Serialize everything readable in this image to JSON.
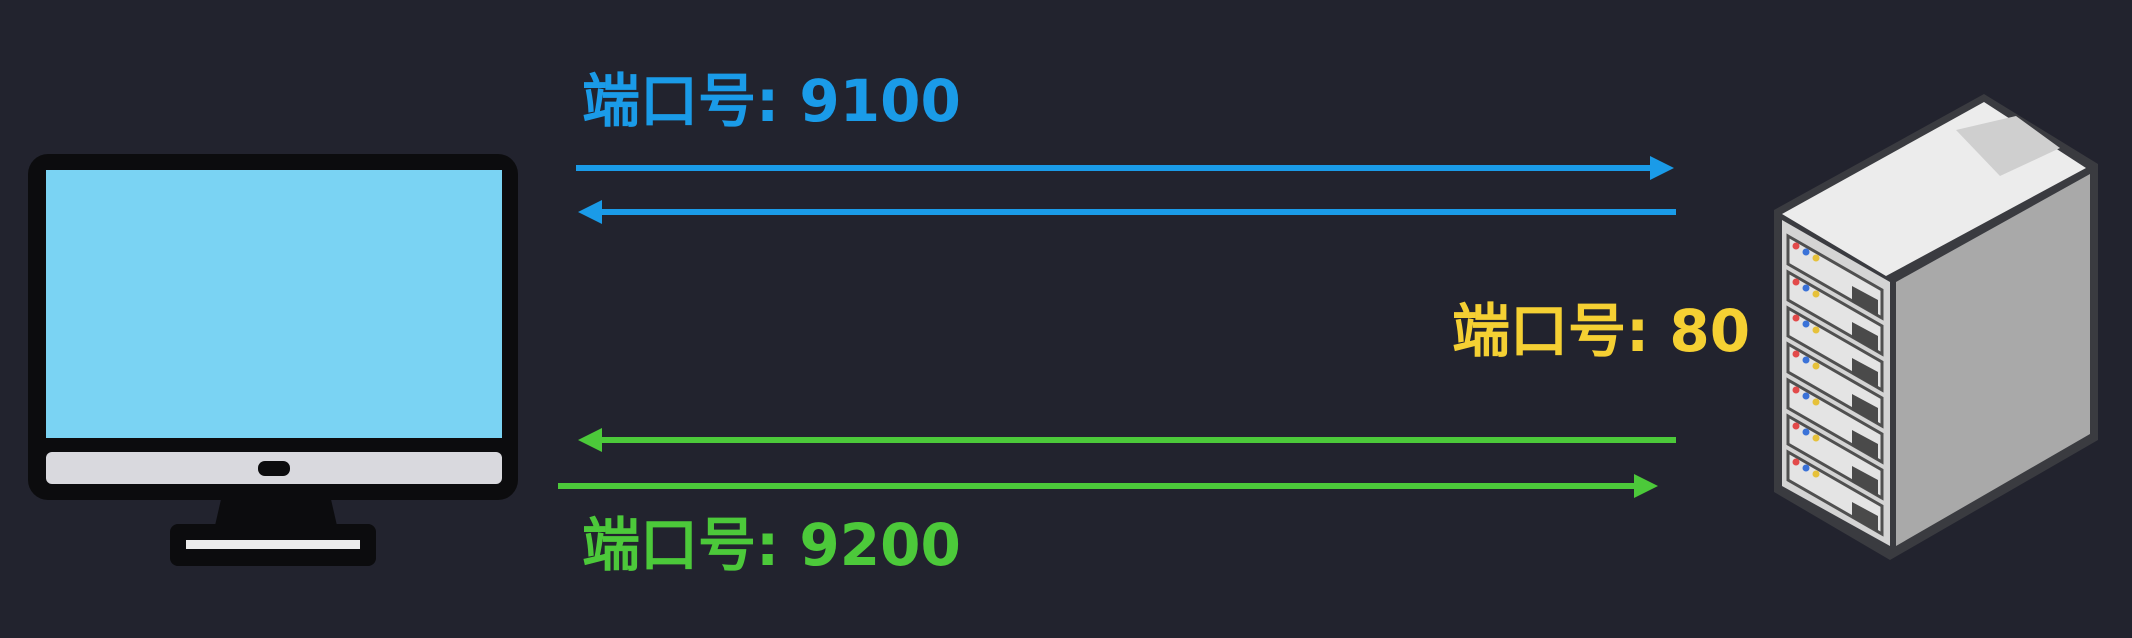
{
  "labels": {
    "client_port_1": "端口号: 9100",
    "server_port": "端口号: 80",
    "client_port_2": "端口号: 9200"
  },
  "colors": {
    "background": "#22232e",
    "blue": "#1a9be8",
    "yellow": "#f5d033",
    "green": "#4cc93a",
    "monitor_screen": "#7ad3f3",
    "monitor_bezel": "#0c0c0e",
    "monitor_chin": "#d9d9de",
    "server_top": "#ececec",
    "server_front": "#d4d4d4",
    "server_side": "#a9a9a9"
  },
  "icons": {
    "client": "monitor-icon",
    "server": "server-tower-icon"
  }
}
